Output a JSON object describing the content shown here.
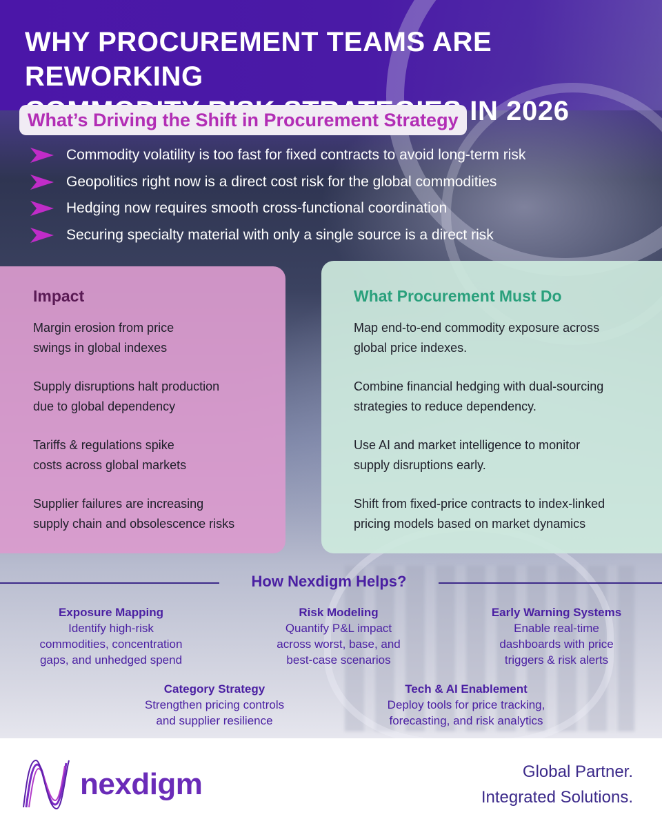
{
  "header": {
    "title_line1": "WHY PROCUREMENT TEAMS ARE REWORKING",
    "title_line2": "COMMODITY RISK STRATEGIES IN 2026",
    "subtitle": "What’s Driving the Shift in Procurement Strategy"
  },
  "drivers": [
    "Commodity volatility is too fast for fixed contracts to avoid long-term risk",
    "Geopolitics right now is a direct cost risk for the global commodities",
    "Hedging now requires smooth cross-functional coordination",
    "Securing specialty material with only a single source is a direct risk"
  ],
  "impact": {
    "title": "Impact",
    "items": [
      [
        "Margin erosion from price",
        "swings in global indexes"
      ],
      [
        "Supply disruptions halt production",
        "due to global dependency"
      ],
      [
        "Tariffs & regulations spike",
        "costs across global markets"
      ],
      [
        "Supplier failures are increasing",
        "supply chain and obsolescence risks"
      ]
    ]
  },
  "must_do": {
    "title": "What Procurement Must Do",
    "items": [
      [
        "Map end-to-end commodity exposure across",
        "global price indexes."
      ],
      [
        "Combine financial hedging with dual-sourcing",
        "strategies to reduce dependency."
      ],
      [
        "Use AI and market intelligence to monitor",
        "supply disruptions early."
      ],
      [
        "Shift from fixed-price contracts to index-linked",
        "pricing models based on market dynamics"
      ]
    ]
  },
  "helps": {
    "title": "How Nexdigm Helps?",
    "items": [
      {
        "heading": "Exposure Mapping",
        "lines": [
          "Identify high-risk",
          "commodities, concentration",
          "gaps, and unhedged spend"
        ]
      },
      {
        "heading": "Risk Modeling",
        "lines": [
          "Quantify P&L impact",
          "across worst, base, and",
          "best-case scenarios"
        ]
      },
      {
        "heading": "Early Warning Systems",
        "lines": [
          "Enable real-time",
          "dashboards with price",
          "triggers & risk alerts"
        ]
      },
      {
        "heading": "Category Strategy",
        "lines": [
          "Strengthen pricing controls",
          "and supplier resilience"
        ]
      },
      {
        "heading": "Tech & AI Enablement",
        "lines": [
          "Deploy tools for price tracking,",
          "forecasting, and risk analytics"
        ]
      }
    ]
  },
  "footer": {
    "brand": "nexdigm",
    "tagline_line1": "Global Partner.",
    "tagline_line2": "Integrated Solutions."
  },
  "colors": {
    "header_purple": "#4b16a8",
    "accent_magenta": "#b22eb5",
    "impact_panel": "#da9bcd",
    "do_panel": "#ceeade",
    "do_title": "#2aa07c",
    "helps_text": "#4a1fa2"
  },
  "icons": {
    "driver_bullet": "magenta-arrowhead-icon",
    "logo_mark": "nexdigm-wave-logo"
  }
}
